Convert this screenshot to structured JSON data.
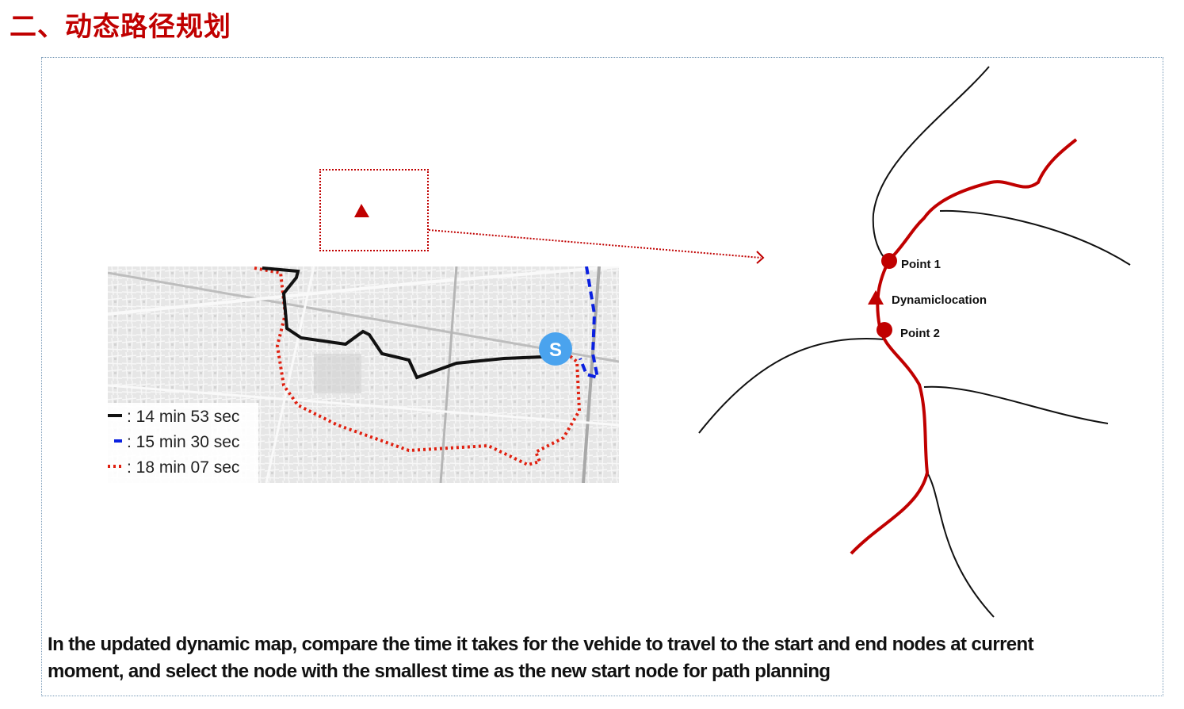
{
  "title": "二、动态路径规划",
  "legend": [
    {
      "style": "solid",
      "color": "#000000",
      "text": ": 14 min 53 sec"
    },
    {
      "style": "dashed",
      "color": "#0000e0",
      "text": ": 15 min 30 sec"
    },
    {
      "style": "dotted",
      "color": "#e02010",
      "text": ": 18 min 07 sec"
    }
  ],
  "start_marker": "S",
  "diagram_labels": {
    "point1": "Point 1",
    "dynamic": "Dynamiclocation",
    "point2": "Point 2"
  },
  "caption_line1": "In the updated dynamic map, compare the time it takes for the vehide to travel to the start and end nodes at current",
  "caption_line2": "moment, and select the node with the smallest time as the new start node for path planning",
  "colors": {
    "title": "#c00000",
    "route": "#c00000",
    "start_marker": "#4aa3ee"
  }
}
